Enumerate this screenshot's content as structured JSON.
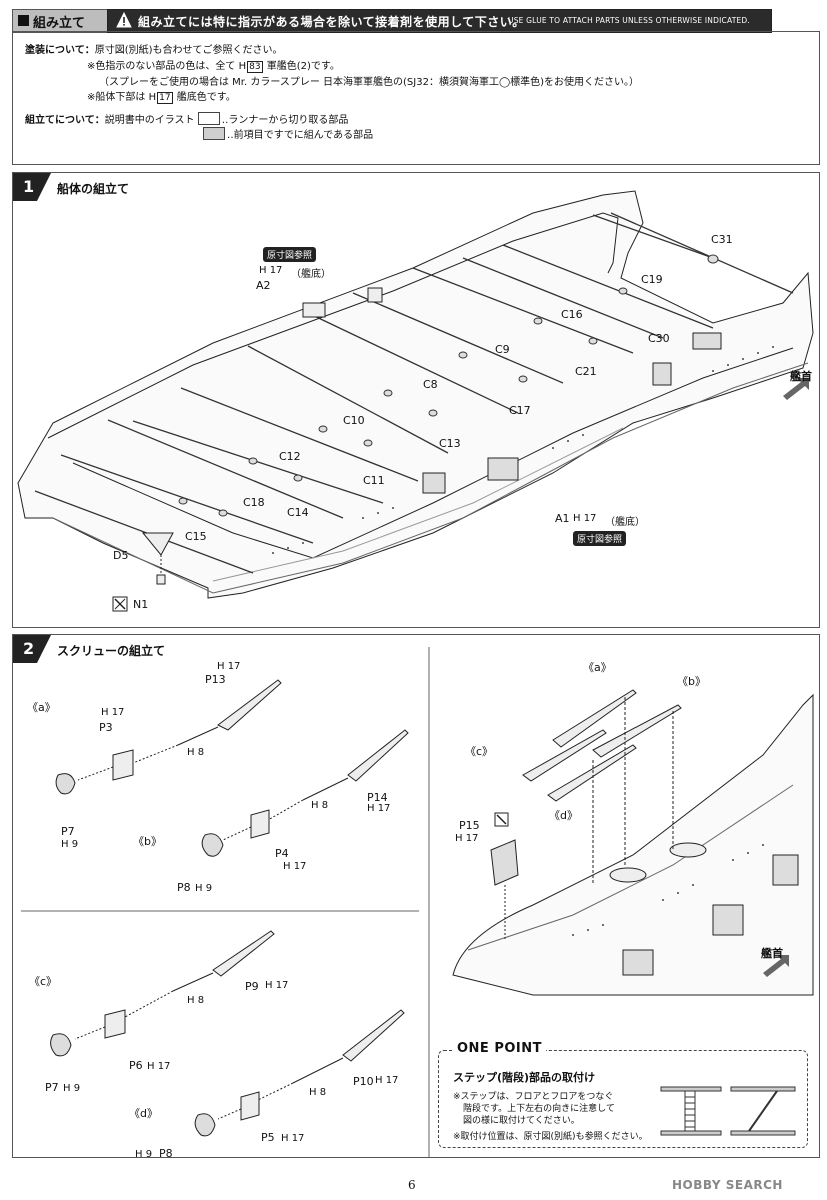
{
  "header": {
    "section_title": "組み立て",
    "notice_jp": "組み立てには特に指示がある場合を除いて接着剤を使用して下さい。",
    "notice_en": "USE GLUE TO ATTACH PARTS UNLESS OTHERWISE INDICATED."
  },
  "intro": {
    "painting_label": "塗装について：",
    "painting_line1": "原寸図(別紙)も合わせてご参照ください。",
    "painting_line2_pre": "※色指示のない部品の色は、全て",
    "painting_line2_code_letter": "H",
    "painting_line2_code": "83",
    "painting_line2_post": "軍艦色(2)です。",
    "painting_line3": "（スプレーをご使用の場合は Mr. カラースプレー 日本海軍軍艦色の(SJ32：横須賀海軍工◯標準色)をお使用ください。）",
    "painting_line4_pre": "※船体下部は",
    "painting_line4_code_letter": "H",
    "painting_line4_code": "17",
    "painting_line4_post": "艦底色です。",
    "assembly_label": "組立てについて：",
    "assembly_line1_pre": "説明書中のイラスト",
    "assembly_line1_post": "‥ランナーから切り取る部品",
    "assembly_line2_post": "‥前項目ですでに組んである部品"
  },
  "step1": {
    "number": "1",
    "title": "船体の組立て",
    "ref_tag_top": "原寸図参照",
    "ref_tag_bottom": "原寸図参照",
    "hull_color_top": "H 17",
    "hull_color_top_note": "（艦底）",
    "hull_color_bottom": "H 17",
    "hull_color_bottom_note": "（艦底）",
    "bow_label": "艦首",
    "parts": {
      "A2": "A2",
      "A1": "A1",
      "C31": "C31",
      "C19": "C19",
      "C30": "C30",
      "C16": "C16",
      "C21": "C21",
      "C9": "C9",
      "C17": "C17",
      "C8": "C8",
      "C13": "C13",
      "C10": "C10",
      "C11": "C11",
      "C12": "C12",
      "C14": "C14",
      "C18": "C18",
      "C15": "C15",
      "D5": "D5",
      "N1": "N1"
    }
  },
  "step2": {
    "number": "2",
    "title": "スクリューの組立て",
    "sub_a": "《a》",
    "sub_b": "《b》",
    "sub_c": "《c》",
    "sub_d": "《d》",
    "r_a": "《a》",
    "r_b": "《b》",
    "r_c": "《c》",
    "r_d": "《d》",
    "bow_label": "艦首",
    "labels": {
      "P13": "P13",
      "P13c": "H 17",
      "P3": "P3",
      "P3c": "H 17",
      "H8a": "H 8",
      "P7a": "P7",
      "P7ac": "H 9",
      "P14": "P14",
      "P14c": "H 17",
      "H8b": "H 8",
      "P4": "P4",
      "P4c": "H 17",
      "P8b": "P8",
      "P8bc": "H 9",
      "P9": "P9",
      "P9c": "H 17",
      "H8c": "H 8",
      "P6": "P6",
      "P6c": "H 17",
      "P7c": "P7",
      "P7cc": "H 9",
      "P10": "P10",
      "P10c": "H 17",
      "H8d": "H 8",
      "P5": "P5",
      "P5c": "H 17",
      "P8d": "P8",
      "P8dc": "H 9",
      "P15": "P15",
      "P15c": "H 17"
    }
  },
  "one_point": {
    "heading": "ONE POINT",
    "title": "ステップ(階段)部品の取付け",
    "line1": "※ステップは、フロアとフロアをつなぐ",
    "line2": "階段です。上下左右の向きに注意して",
    "line3": "図の様に取付けてください。",
    "line4": "※取付け位置は、原寸図(別紙)も参照ください。"
  },
  "page_number": "6",
  "watermark": "HOBBY SEARCH"
}
